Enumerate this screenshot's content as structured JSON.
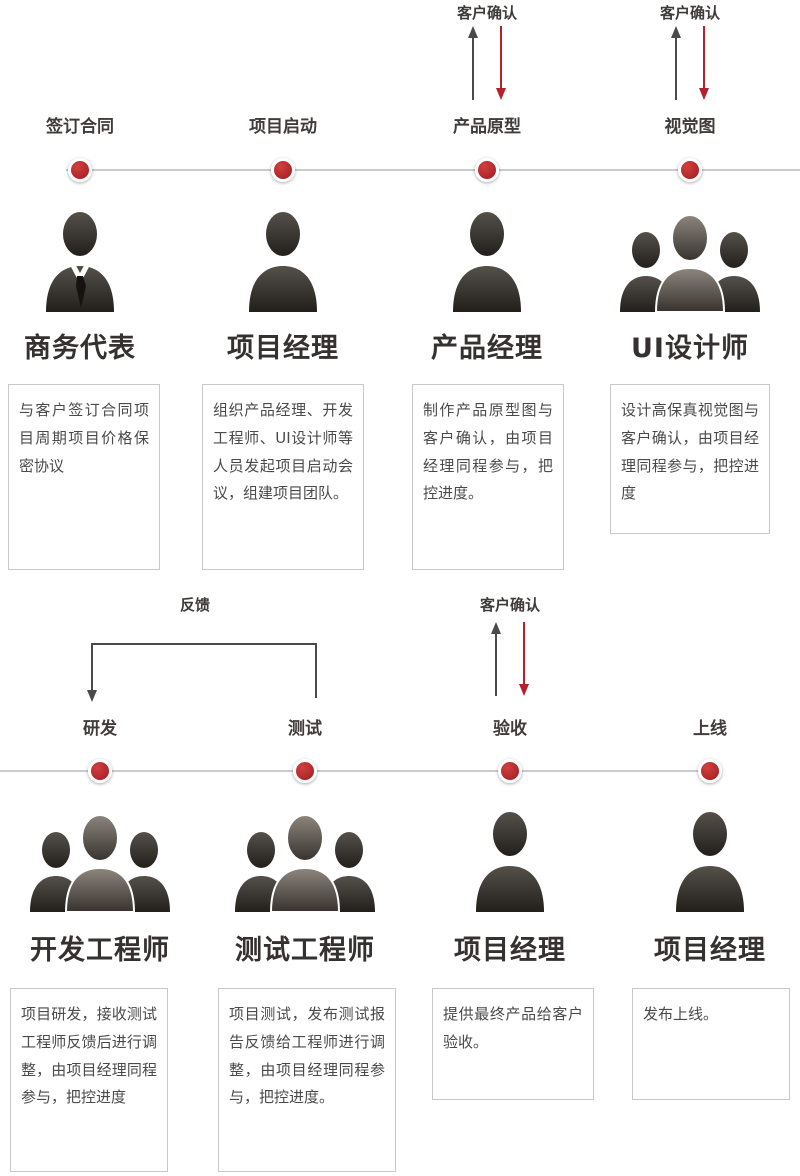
{
  "colors": {
    "accent_red": "#b5212a",
    "arrow_gray": "#4a4a4a",
    "line_gray": "#cbcbcb",
    "text_dark": "#353130"
  },
  "labels": {
    "customer_confirm": "客户确认",
    "feedback": "反馈"
  },
  "rows": [
    {
      "columns": [
        {
          "node_label": "签订合同",
          "role": "商务代表",
          "icon": "person-tie-icon",
          "desc": "与客户签订合同项目周期项目价格保密协议"
        },
        {
          "node_label": "项目启动",
          "role": "项目经理",
          "icon": "person-icon",
          "desc": "组织产品经理、开发工程师、UI设计师等人员发起项目启动会议，组建项目团队。"
        },
        {
          "node_label": "产品原型",
          "role": "产品经理",
          "icon": "person-icon",
          "desc": "制作产品原型图与客户确认，由项目经理同程参与，把控进度。"
        },
        {
          "node_label": "视觉图",
          "role": "UI设计师",
          "icon": "team-icon",
          "desc": "设计高保真视觉图与客户确认，由项目经理同程参与，把控进度"
        }
      ]
    },
    {
      "columns": [
        {
          "node_label": "研发",
          "role": "开发工程师",
          "icon": "team-icon",
          "desc": "项目研发，接收测试工程师反馈后进行调整，由项目经理同程参与，把控进度"
        },
        {
          "node_label": "测试",
          "role": "测试工程师",
          "icon": "team-icon",
          "desc": "项目测试，发布测试报告反馈给工程师进行调整，由项目经理同程参与，把控进度。"
        },
        {
          "node_label": "验收",
          "role": "项目经理",
          "icon": "person-icon",
          "desc": "提供最终产品给客户验收。"
        },
        {
          "node_label": "上线",
          "role": "项目经理",
          "icon": "person-icon",
          "desc": "发布上线。"
        }
      ]
    }
  ]
}
